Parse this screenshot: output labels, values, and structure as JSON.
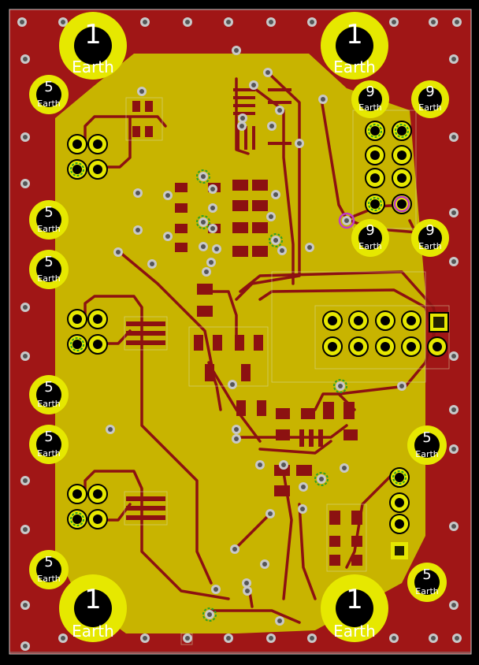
{
  "colors": {
    "background": "#000000",
    "copper_red": "#a01616",
    "copper_yellow": "#c8b400",
    "trace": "#8c1111",
    "pad_yellow": "#e6e800",
    "drill": "#000000",
    "silk": "#ffffff",
    "via_green": "#2aa02a",
    "via_magenta": "#c03cc8",
    "outline": "#c8c8c8"
  },
  "labels": {
    "earth_number": "1",
    "earth_text": "Earth",
    "five_number": "5",
    "nine_number": "9"
  }
}
